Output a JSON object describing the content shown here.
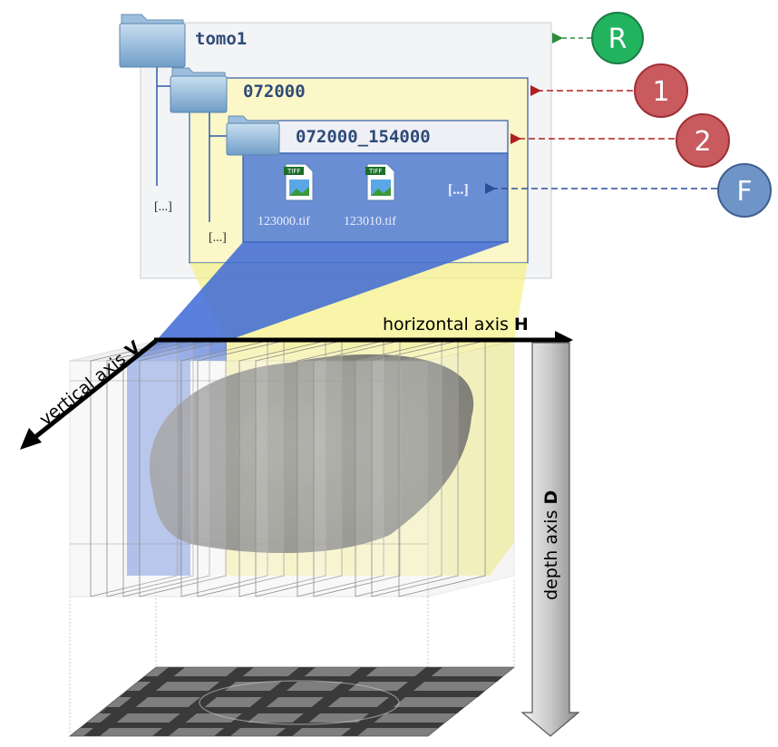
{
  "folders": {
    "root": {
      "name": "tomo1"
    },
    "level1": {
      "name": "072000"
    },
    "level2": {
      "name": "072000_154000"
    },
    "ellipsis_root": "[...]",
    "ellipsis_level1": "[...]"
  },
  "files": [
    {
      "badge": "TIFF",
      "name": "123000.tif"
    },
    {
      "badge": "TIFF",
      "name": "123010.tif"
    }
  ],
  "files_ellipsis": "[...]",
  "markers": [
    {
      "letter": "R",
      "color": "#22b35e"
    },
    {
      "letter": "1",
      "color": "#c95a5e"
    },
    {
      "letter": "2",
      "color": "#c95a5e"
    },
    {
      "letter": "F",
      "color": "#6f95c8"
    }
  ],
  "axes": {
    "horizontal": {
      "label": "horizontal axis ",
      "letter": "H"
    },
    "vertical": {
      "label": "vertical axis ",
      "letter": "V"
    },
    "depth": {
      "label": "depth axis  ",
      "letter": "D"
    }
  },
  "colors": {
    "root_panel": "#f4f5f7",
    "level1_panel": "#fbf7c8",
    "level2_header": "#eef0f6",
    "file_panel": "#6a8ed4",
    "highlight_yellow": "#f6f28c",
    "highlight_blue": "#3d68d6",
    "folder_text": "#2e4a78"
  }
}
